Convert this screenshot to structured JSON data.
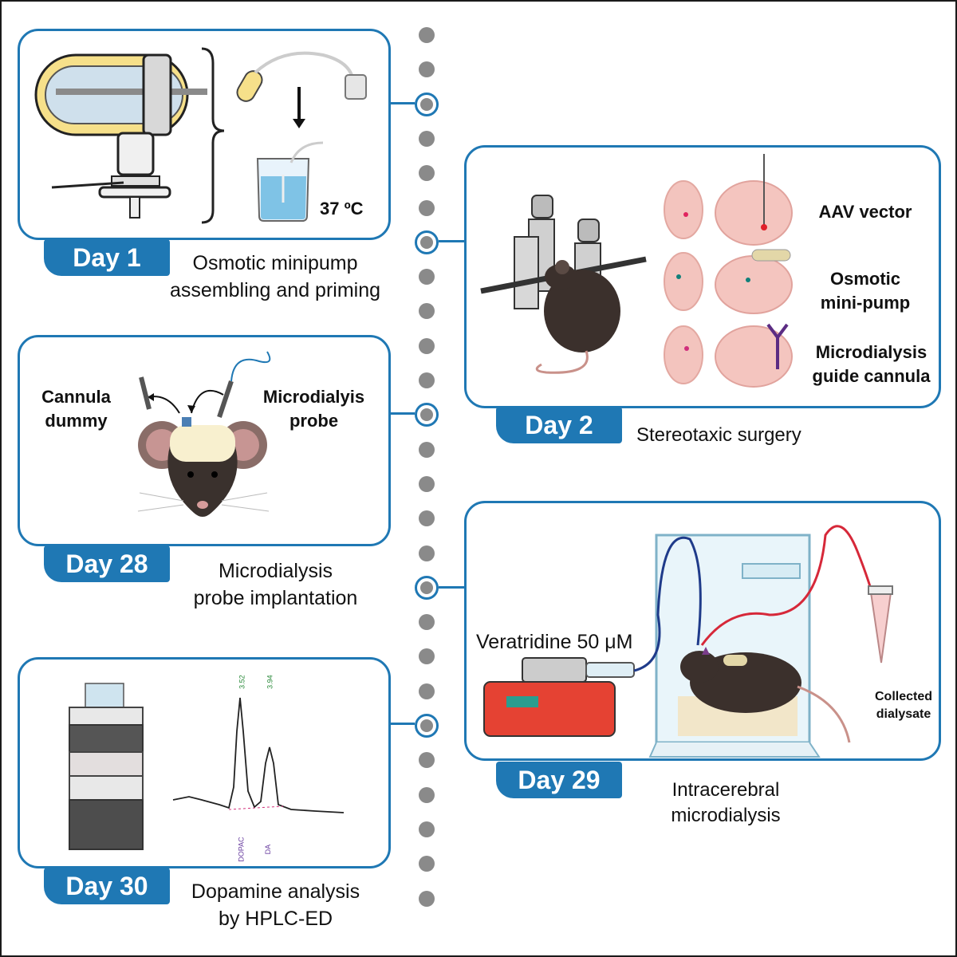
{
  "accent_color": "#1f78b4",
  "days": [
    {
      "tag": "Day 1",
      "description": [
        "Osmotic minipump",
        "assembling and priming"
      ]
    },
    {
      "tag": "Day 2",
      "description": [
        "Stereotaxic surgery"
      ]
    },
    {
      "tag": "Day 28",
      "description": [
        "Microdialysis",
        "probe implantation"
      ]
    },
    {
      "tag": "Day 29",
      "description": [
        "Intracerebral",
        "microdialysis"
      ]
    },
    {
      "tag": "Day 30",
      "description": [
        "Dopamine analysis",
        "by HPLC-ED"
      ]
    }
  ],
  "day1": {
    "temperature": "37 ºC"
  },
  "day2": {
    "labels": [
      "AAV vector",
      "Osmotic",
      "mini-pump",
      "Microdialysis",
      "guide cannula"
    ]
  },
  "day28": {
    "left_label": [
      "Cannula",
      "dummy"
    ],
    "right_label": [
      "Microdialyis",
      "probe"
    ]
  },
  "day29": {
    "drug": "Veratridine 50 μM",
    "collected": [
      "Collected",
      "dialysate"
    ]
  },
  "day30": {
    "peak_top_labels": [
      "3.52",
      "3.94"
    ],
    "peak_bottom_labels": [
      "DOPAC",
      "DA"
    ]
  }
}
